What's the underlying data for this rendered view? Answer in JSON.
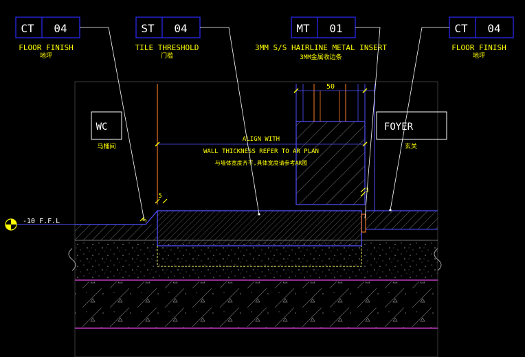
{
  "drawing": {
    "tags": [
      {
        "code": "CT",
        "number": "04",
        "label": "FLOOR FINISH",
        "label_cn": "地坪"
      },
      {
        "code": "ST",
        "number": "04",
        "label": "TILE THRESHOLD",
        "label_cn": "门槛"
      },
      {
        "code": "MT",
        "number": "01",
        "label": "3MM S/S HAIRLINE METAL INSERT",
        "label_cn": "3MM金属收边条"
      },
      {
        "code": "CT",
        "number": "04",
        "label": "FLOOR FINISH",
        "label_cn": "地坪"
      }
    ],
    "rooms": [
      {
        "name": "WC",
        "name_cn": "马桶间"
      },
      {
        "name": "FOYER",
        "name_cn": "玄关"
      }
    ],
    "note": {
      "line1": "ALIGN WITH",
      "line2": "WALL THICKNESS REFER TO AR PLAN",
      "line3": "与墙体宽度齐平,具体宽度请参考AR图"
    },
    "dimensions": {
      "top_insert": "50",
      "left_step": "5",
      "step_left": "5",
      "step_right": "3"
    },
    "level": {
      "text": "-10 F.F.L"
    },
    "colors": {
      "background": "#000000",
      "tag_box": "#2b2bff",
      "cad_text": "#ffff00",
      "leader": "#ffffff",
      "section": "#5050ff",
      "wall": "#ff7f27",
      "purple": "#c03cc0",
      "hatch": "#7a7a7a"
    }
  }
}
